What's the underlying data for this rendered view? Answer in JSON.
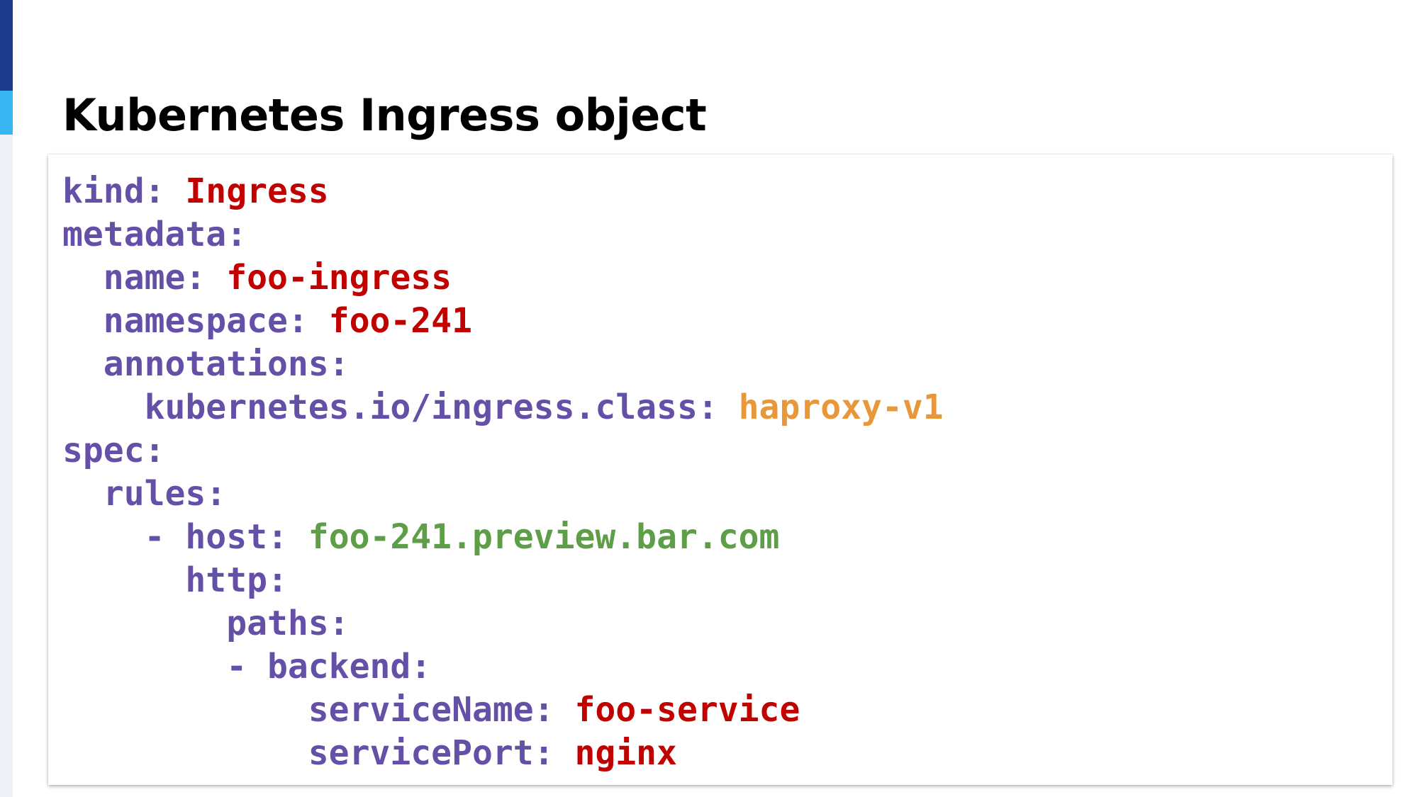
{
  "slide": {
    "title": "Kubernetes Ingress object"
  },
  "colors": {
    "key": "#6550a8",
    "value_red": "#c10000",
    "value_orange": "#e8973a",
    "value_green": "#5f9e48",
    "accent_dark": "#1e3a8a",
    "accent_light": "#38b6f2"
  },
  "code": {
    "lines": [
      {
        "indent": "",
        "key": "kind:",
        "value": " Ingress",
        "value_style": "red"
      },
      {
        "indent": "",
        "key": "metadata:",
        "value": "",
        "value_style": "none"
      },
      {
        "indent": "  ",
        "key": "name:",
        "value": " foo-ingress",
        "value_style": "red"
      },
      {
        "indent": "  ",
        "key": "namespace:",
        "value": " foo-241",
        "value_style": "red"
      },
      {
        "indent": "  ",
        "key": "annotations:",
        "value": "",
        "value_style": "none"
      },
      {
        "indent": "    ",
        "key": "kubernetes.io/ingress.class:",
        "value": " haproxy-v1",
        "value_style": "orange"
      },
      {
        "indent": "",
        "key": "spec:",
        "value": "",
        "value_style": "none"
      },
      {
        "indent": "  ",
        "key": "rules:",
        "value": "",
        "value_style": "none"
      },
      {
        "indent": "    ",
        "key": "- host:",
        "value": " foo-241.preview.bar.com",
        "value_style": "green"
      },
      {
        "indent": "      ",
        "key": "http:",
        "value": "",
        "value_style": "none"
      },
      {
        "indent": "        ",
        "key": "paths:",
        "value": "",
        "value_style": "none"
      },
      {
        "indent": "        ",
        "key": "- backend:",
        "value": "",
        "value_style": "none"
      },
      {
        "indent": "            ",
        "key": "serviceName:",
        "value": " foo-service",
        "value_style": "red"
      },
      {
        "indent": "            ",
        "key": "servicePort:",
        "value": " nginx",
        "value_style": "red"
      }
    ]
  }
}
